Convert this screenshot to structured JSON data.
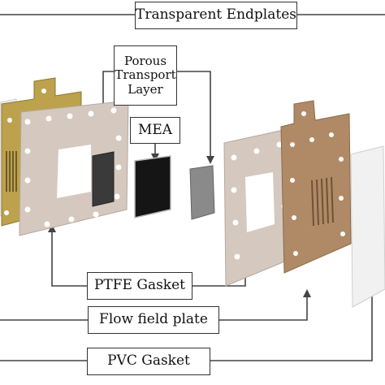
{
  "labels": {
    "transparent_endplates": "Transparent Endplates",
    "porous_transport_layer": [
      "Porous",
      "Transport",
      "Layer"
    ],
    "mea": "MEA",
    "ptfe_gasket": "PTFE Gasket",
    "flow_field_plate": "Flow field plate",
    "pvc_gasket": "PVC Gasket"
  },
  "colors": {
    "endplate": "#f1f1f1",
    "gold_flow_plate": "#bda24e",
    "ptfe_gasket": "#d5c8bf",
    "ptl_left": "#3a3a3a",
    "mea": "#151515",
    "ptl_right": "#8a8a8a",
    "copper_flow_plate": "#b08a66",
    "line": "#444444"
  }
}
